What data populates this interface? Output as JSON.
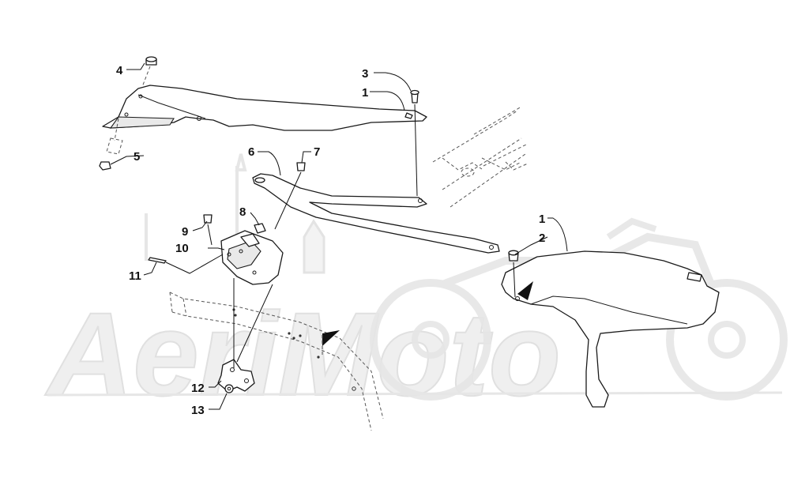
{
  "watermark": {
    "logo_text": "AeriMoto"
  },
  "callouts": {
    "c1a": "1",
    "c1b": "1",
    "c2": "2",
    "c3": "3",
    "c4": "4",
    "c5": "5",
    "c6": "6",
    "c7": "7",
    "c8": "8",
    "c9": "9",
    "c10": "10",
    "c11": "11",
    "c12": "12",
    "c13": "13"
  },
  "colors": {
    "line": "#1a1a1a",
    "watermark": "#eeeeee",
    "background": "#ffffff"
  }
}
